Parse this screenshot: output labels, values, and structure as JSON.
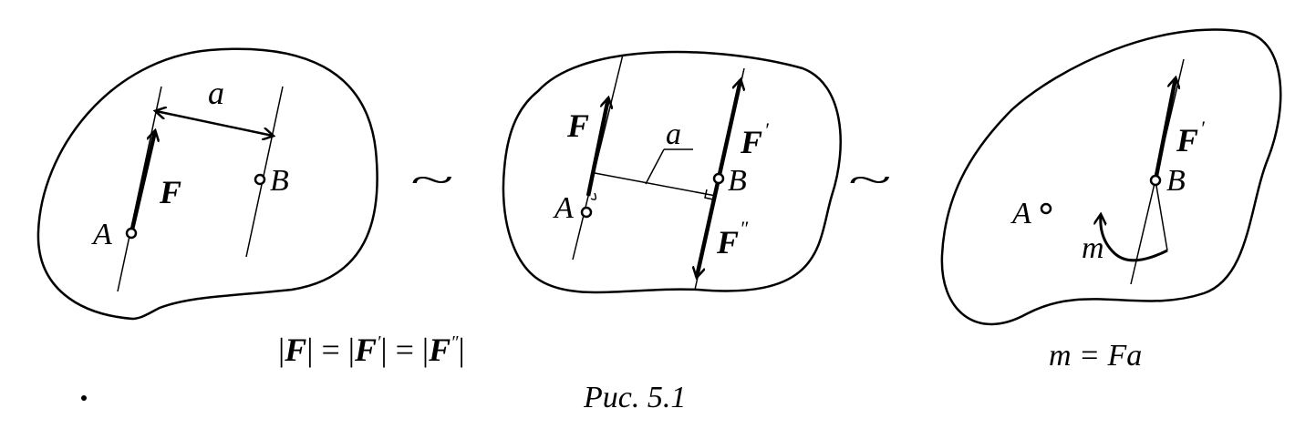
{
  "panel1": {
    "vector_label": "F",
    "distance_label": "a",
    "point_a": "A",
    "point_b": "B"
  },
  "panel2": {
    "vector_label": "F",
    "vector_label_prime": "F",
    "vector_label_double_prime": "F",
    "prime_mark": "′",
    "double_prime_mark": "″",
    "distance_label": "a",
    "point_a": "A",
    "point_b": "B"
  },
  "panel3": {
    "vector_label_prime": "F",
    "prime_mark": "′",
    "moment_label": "m",
    "point_a": "A",
    "point_b": "B"
  },
  "equivalence_symbol": "~",
  "equation_forces": {
    "bar": "|",
    "F": "F",
    "eq": "=",
    "prime": "′",
    "double_prime": "″"
  },
  "equation_moment": "m = Fa",
  "caption": "Рис. 5.1"
}
